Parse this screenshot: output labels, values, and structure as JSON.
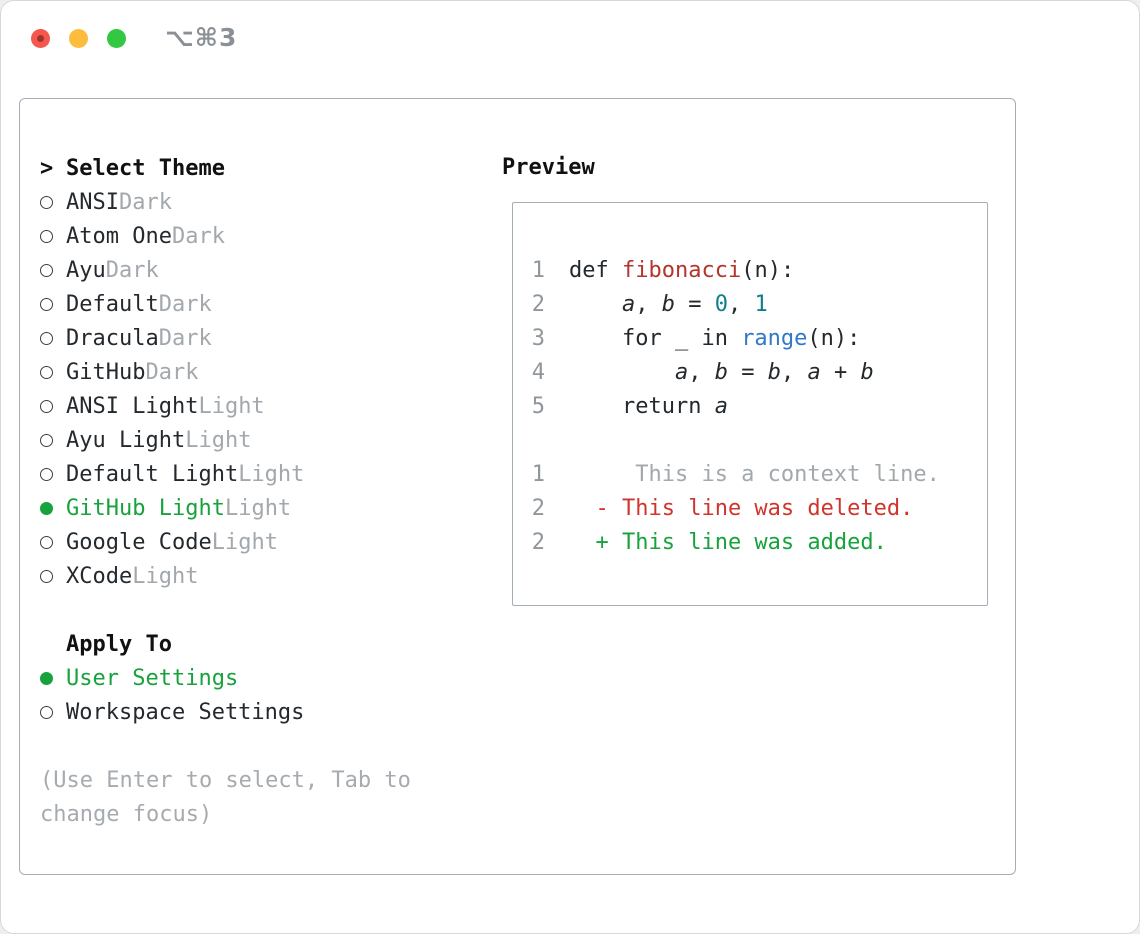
{
  "colors": {
    "accent_green": "#17a23c",
    "deleted_red": "#d0342c",
    "function_red": "#b5342b",
    "keyword_blue": "#3178c6",
    "number_teal": "#0f7f8b",
    "muted_gray": "#a3a8ad",
    "traffic_red": "#f4574e",
    "traffic_yellow": "#fcbd3f",
    "traffic_green": "#32c842"
  },
  "titlebar": {
    "shortcut_label": "⌥⌘3"
  },
  "selector": {
    "prompt": ">",
    "title": "Select Theme",
    "themes": [
      {
        "name": "ANSI",
        "variant": "Dark",
        "selected": false
      },
      {
        "name": "Atom One",
        "variant": "Dark",
        "selected": false
      },
      {
        "name": "Ayu",
        "variant": "Dark",
        "selected": false
      },
      {
        "name": "Default",
        "variant": "Dark",
        "selected": false
      },
      {
        "name": "Dracula",
        "variant": "Dark",
        "selected": false
      },
      {
        "name": "GitHub",
        "variant": "Dark",
        "selected": false
      },
      {
        "name": "ANSI Light",
        "variant": "Light",
        "selected": false
      },
      {
        "name": "Ayu Light",
        "variant": "Light",
        "selected": false
      },
      {
        "name": "Default Light",
        "variant": "Light",
        "selected": false
      },
      {
        "name": "GitHub Light",
        "variant": "Light",
        "selected": true
      },
      {
        "name": "Google Code",
        "variant": "Light",
        "selected": false
      },
      {
        "name": "XCode",
        "variant": "Light",
        "selected": false
      }
    ],
    "apply_to_title": "Apply To",
    "apply_options": [
      {
        "label": "User Settings",
        "selected": true
      },
      {
        "label": "Workspace Settings",
        "selected": false
      }
    ],
    "help_lines": [
      "(Use Enter to select, Tab to",
      "change focus)"
    ]
  },
  "preview": {
    "title": "Preview",
    "lines": [
      {
        "num": "1",
        "segments": [
          {
            "text": "def ",
            "type": "plain"
          },
          {
            "text": "fibonacci",
            "type": "func"
          },
          {
            "text": "(n):",
            "type": "plain"
          }
        ]
      },
      {
        "num": "2",
        "segments": [
          {
            "text": "    ",
            "type": "plain"
          },
          {
            "text": "a",
            "type": "var"
          },
          {
            "text": ", ",
            "type": "plain"
          },
          {
            "text": "b",
            "type": "var"
          },
          {
            "text": " = ",
            "type": "plain"
          },
          {
            "text": "0",
            "type": "num"
          },
          {
            "text": ", ",
            "type": "plain"
          },
          {
            "text": "1",
            "type": "num"
          }
        ]
      },
      {
        "num": "3",
        "segments": [
          {
            "text": "    for _ in ",
            "type": "plain"
          },
          {
            "text": "range",
            "type": "kw"
          },
          {
            "text": "(n):",
            "type": "plain"
          }
        ]
      },
      {
        "num": "4",
        "segments": [
          {
            "text": "        ",
            "type": "plain"
          },
          {
            "text": "a",
            "type": "var"
          },
          {
            "text": ", ",
            "type": "plain"
          },
          {
            "text": "b",
            "type": "var"
          },
          {
            "text": " = ",
            "type": "plain"
          },
          {
            "text": "b",
            "type": "var"
          },
          {
            "text": ", ",
            "type": "plain"
          },
          {
            "text": "a",
            "type": "var"
          },
          {
            "text": " + ",
            "type": "plain"
          },
          {
            "text": "b",
            "type": "var"
          }
        ]
      },
      {
        "num": "5",
        "segments": [
          {
            "text": "    return ",
            "type": "plain"
          },
          {
            "text": "a",
            "type": "var"
          }
        ]
      },
      {
        "num": "",
        "segments": []
      },
      {
        "num": "1",
        "segments": [
          {
            "text": "     This is a context line.",
            "type": "ctx"
          }
        ]
      },
      {
        "num": "2",
        "segments": [
          {
            "text": "  - This line was deleted.",
            "type": "del"
          }
        ]
      },
      {
        "num": "2",
        "segments": [
          {
            "text": "  + This line was added.",
            "type": "add"
          }
        ]
      }
    ]
  }
}
